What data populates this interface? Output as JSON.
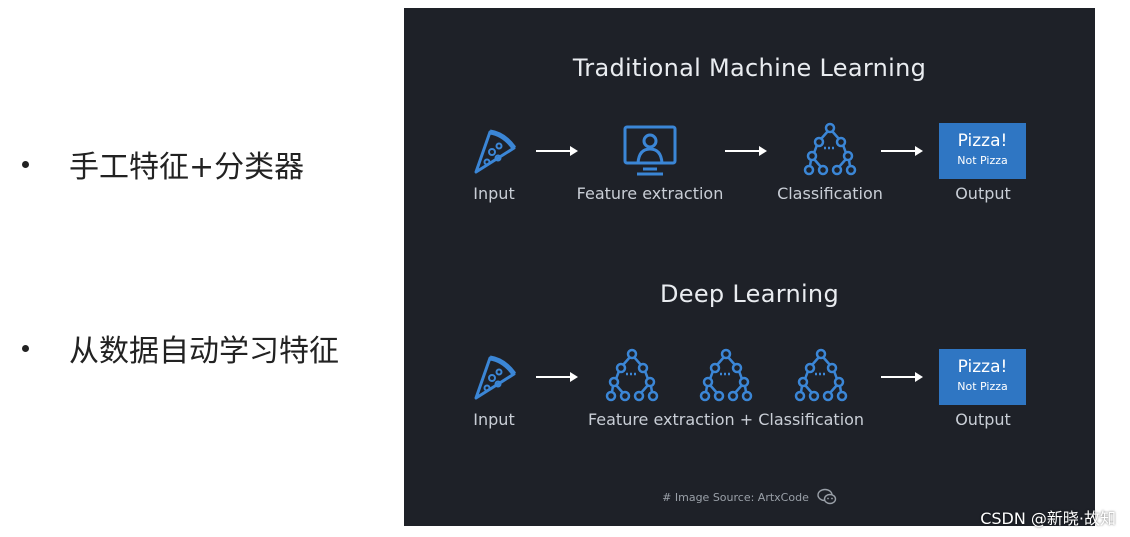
{
  "bullets": [
    "手工特征+分类器",
    "从数据自动学习特征"
  ],
  "traditional": {
    "title": "Traditional Machine Learning",
    "input_label": "Input",
    "feature_label": "Feature extraction",
    "class_label": "Classification",
    "output_label": "Output",
    "output_main": "Pizza!",
    "output_sub": "Not Pizza"
  },
  "deep": {
    "title": "Deep Learning",
    "input_label": "Input",
    "combined_label": "Feature extraction + Classification",
    "output_label": "Output",
    "output_main": "Pizza!",
    "output_sub": "Not Pizza"
  },
  "source": "# Image Source: ArtxCode",
  "watermark": "CSDN @新晓·故知",
  "colors": {
    "panel": "#1e2128",
    "icon": "#3b86d6",
    "output_box": "#2f76c3"
  },
  "icons": [
    "pizza-icon",
    "arrow-icon",
    "person-monitor-icon",
    "tree-icon",
    "wechat-icon"
  ]
}
